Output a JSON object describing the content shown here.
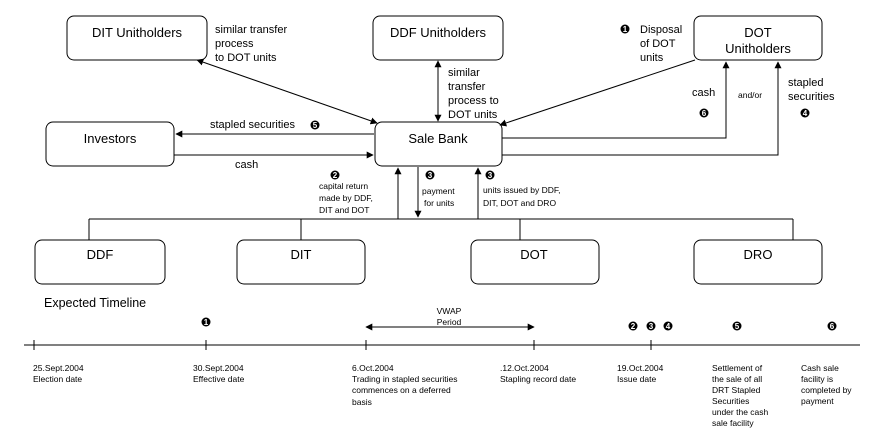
{
  "entities": {
    "dit_unitholders": "DIT Unitholders",
    "ddf_unitholders": "DDF Unitholders",
    "dot_unitholders": [
      "DOT",
      "Unitholders"
    ],
    "investors": "Investors",
    "sale_bank": "Sale Bank",
    "ddf": "DDF",
    "dit": "DIT",
    "dot": "DOT",
    "dro": "DRO"
  },
  "flows": {
    "dit_transfer": [
      "similar transfer",
      "process",
      "to DOT units"
    ],
    "ddf_transfer": [
      "similar",
      "transfer",
      "process to",
      "DOT units"
    ],
    "disposal": [
      "Disposal",
      "of DOT",
      "units"
    ],
    "cash_right": "cash",
    "and_or": "and/or",
    "stapled_right": [
      "stapled",
      "securities"
    ],
    "stapled_left": "stapled securities",
    "cash_left": "cash",
    "capital_return": [
      "capital return",
      "made by DDF,",
      "DIT and DOT"
    ],
    "payment": [
      "payment",
      "for units"
    ],
    "units_issued": [
      "units issued by DDF,",
      "DIT, DOT and DRO"
    ]
  },
  "markers": {
    "one": "1",
    "two": "2",
    "three": "3",
    "four": "4",
    "five": "5",
    "six": "6"
  },
  "timeline": {
    "title": "Expected Timeline",
    "vwap": [
      "VWAP",
      "Period"
    ],
    "events": [
      {
        "date": "25.Sept.2004",
        "desc": [
          "Election date"
        ]
      },
      {
        "date": "30.Sept.2004",
        "desc": [
          "Effective date"
        ]
      },
      {
        "date": "6.Oct.2004",
        "desc": [
          "Trading in stapled securities",
          "commences on a deferred",
          "basis"
        ]
      },
      {
        "date": ".12.Oct.2004",
        "desc": [
          "Stapling record date"
        ]
      },
      {
        "date": "19.Oct.2004",
        "desc": [
          "Issue date"
        ]
      },
      {
        "date": "",
        "desc": [
          "Settlement of",
          "the sale of all",
          "DRT Stapled",
          "Securities",
          "under the cash",
          "sale facility"
        ]
      },
      {
        "date": "",
        "desc": [
          "Cash sale",
          "facility is",
          "completed by",
          "payment"
        ]
      }
    ]
  }
}
